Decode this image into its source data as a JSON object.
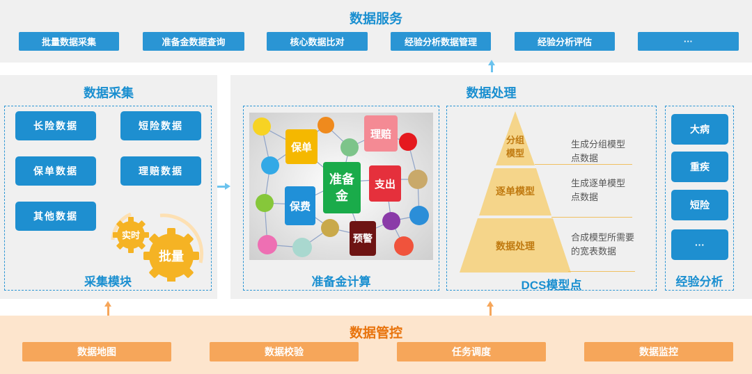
{
  "services": {
    "title": "数据服务",
    "items": [
      "批量数据采集",
      "准备金数据查询",
      "核心数据比对",
      "经验分析数据管理",
      "经验分析评估",
      "···"
    ]
  },
  "collection": {
    "title": "数据采集",
    "items": [
      "长险数据",
      "短险数据",
      "保单数据",
      "理赔数据",
      "其他数据"
    ],
    "gear_small": "实时",
    "gear_big": "批量",
    "module_label": "采集模块"
  },
  "processing": {
    "title": "数据处理",
    "reserve": {
      "label": "准备金计算",
      "center": "准备\n金",
      "tiles": [
        "保单",
        "理赔",
        "支出",
        "保费",
        "预警"
      ]
    },
    "dcs": {
      "label": "DCS模型点",
      "levels": [
        {
          "name": "分组\n模型",
          "desc": "生成分组模型\n点数据"
        },
        {
          "name": "逐单模型",
          "desc": "生成逐单模型\n点数据"
        },
        {
          "name": "数据处理",
          "desc": "合成模型所需要\n的宽表数据"
        }
      ]
    },
    "experience": {
      "label": "经验分析",
      "items": [
        "大病",
        "重疾",
        "短险",
        "···"
      ]
    }
  },
  "control": {
    "title": "数据管控",
    "items": [
      "数据地图",
      "数据校验",
      "任务调度",
      "数据监控"
    ]
  },
  "colors": {
    "blue": "#1e8fd0",
    "orange": "#f6a65a",
    "pyramid": "#f5d58a"
  }
}
